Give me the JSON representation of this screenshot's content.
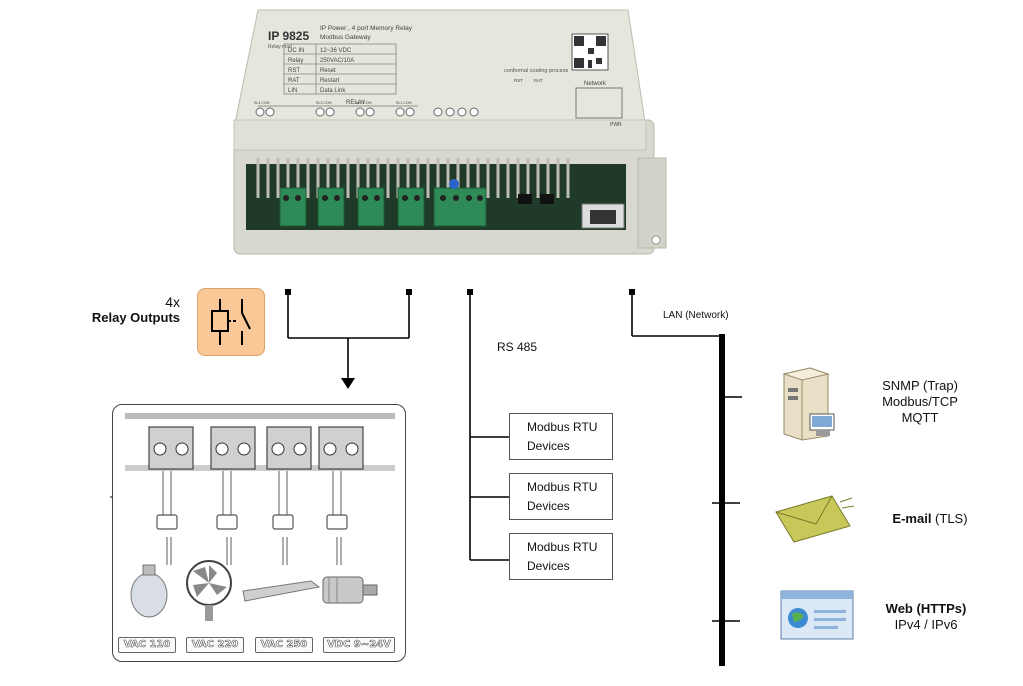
{
  "device": {
    "model": "IP 9825",
    "subtitle_small": "Relay mod",
    "description_line1": "IP Power , 4 port Memory Relay",
    "description_line2": "Modbus Gateway",
    "spec_table": [
      {
        "key": "DC IN",
        "value": "12~36 VDC"
      },
      {
        "key": "Relay",
        "value": "250VAC/10A"
      },
      {
        "key": "RST",
        "value": "Reset"
      },
      {
        "key": "RAT",
        "value": "Restart"
      },
      {
        "key": "LIN",
        "value": "Data Link"
      }
    ],
    "coating_note": "conformal coating process",
    "relay_strip_label": "RELAY",
    "network_label": "Network",
    "pwr_label": "PWR",
    "rst_label": "RST",
    "rat_label": "RAT",
    "terminal_labels": [
      "RL4 COM",
      "RL3 COM",
      "RL2 COM",
      "RL1 COM"
    ]
  },
  "relay_outputs": {
    "count_label": "4x",
    "label": "Relay Outputs"
  },
  "loads": [
    {
      "label": "VAC 110",
      "icon": "light-bulb-icon"
    },
    {
      "label": "VAC 220",
      "icon": "fan-icon"
    },
    {
      "label": "VAC 250",
      "icon": "heater-icon"
    },
    {
      "label": "VDC 9~24V",
      "icon": "motor-icon"
    }
  ],
  "rs485": {
    "label": "RS 485",
    "devices": [
      {
        "line1": "Modbus RTU",
        "line2": "Devices"
      },
      {
        "line1": "Modbus RTU",
        "line2": "Devices"
      },
      {
        "line1": "Modbus RTU",
        "line2": "Devices"
      }
    ]
  },
  "lan": {
    "label": "LAN (Network)",
    "services": [
      {
        "lines": [
          "SNMP (Trap)",
          "Modbus/TCP",
          "MQTT"
        ],
        "icon": "server-icon"
      },
      {
        "bold": "E-mail",
        "rest": " (TLS)",
        "icon": "envelope-icon"
      },
      {
        "bold": "Web (HTTPs)",
        "line2": "IPv4 / IPv6",
        "icon": "browser-icon"
      }
    ]
  },
  "colors": {
    "device_body": "#dcdcd2",
    "pcb": "#1f3a28",
    "terminal_green": "#2e8b57",
    "relay_icon_bg": "#f9c896",
    "envelope": "#c8c85a",
    "bus_line": "#000000"
  }
}
